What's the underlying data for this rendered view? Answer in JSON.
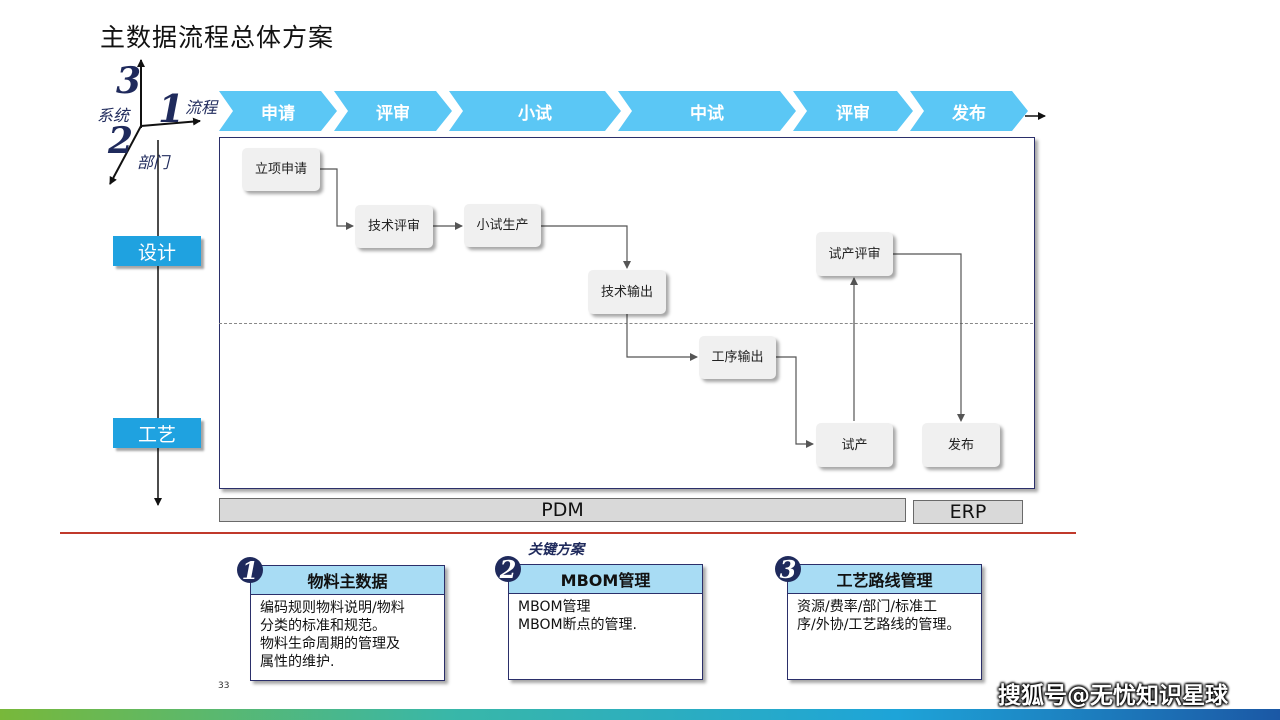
{
  "title": "主数据流程总体方案",
  "axes": {
    "num_system": "3",
    "label_system": "系统",
    "num_process": "1",
    "label_process": "流程",
    "num_dept": "2",
    "label_dept": "部门"
  },
  "stages": [
    "申请",
    "评审",
    "小试",
    "中试",
    "评审",
    "发布"
  ],
  "rows": {
    "design": "设计",
    "craft": "工艺"
  },
  "nodes": {
    "n1": "立项申请",
    "n2": "技术评审",
    "n3": "小试生产",
    "n4": "技术输出",
    "n5": "工序输出",
    "n6": "试产评审",
    "n7": "试产",
    "n8": "发布"
  },
  "systems": {
    "pdm": "PDM",
    "erp": "ERP"
  },
  "key_title": "关键方案",
  "cards": [
    {
      "num": "1",
      "title": "物料主数据",
      "lines": [
        "编码规则物料说明/物料",
        "分类的标准和规范。",
        "物料生命周期的管理及",
        "属性的维护."
      ]
    },
    {
      "num": "2",
      "title": "MBOM管理",
      "lines": [
        "MBOM管理",
        "MBOM断点的管理."
      ]
    },
    {
      "num": "3",
      "title": "工艺路线管理",
      "lines": [
        "资源/费率/部门/标准工",
        "序/外协/工艺路线的管理。"
      ]
    }
  ],
  "page_number": "33",
  "watermark": "搜狐号@无忧知识星球",
  "colors": {
    "chevron": "#5bc7f5",
    "row_label": "#1fa2e0",
    "card_header": "#a8dcf4",
    "accent_line": "#c0392b",
    "navy": "#1f2a5c"
  }
}
